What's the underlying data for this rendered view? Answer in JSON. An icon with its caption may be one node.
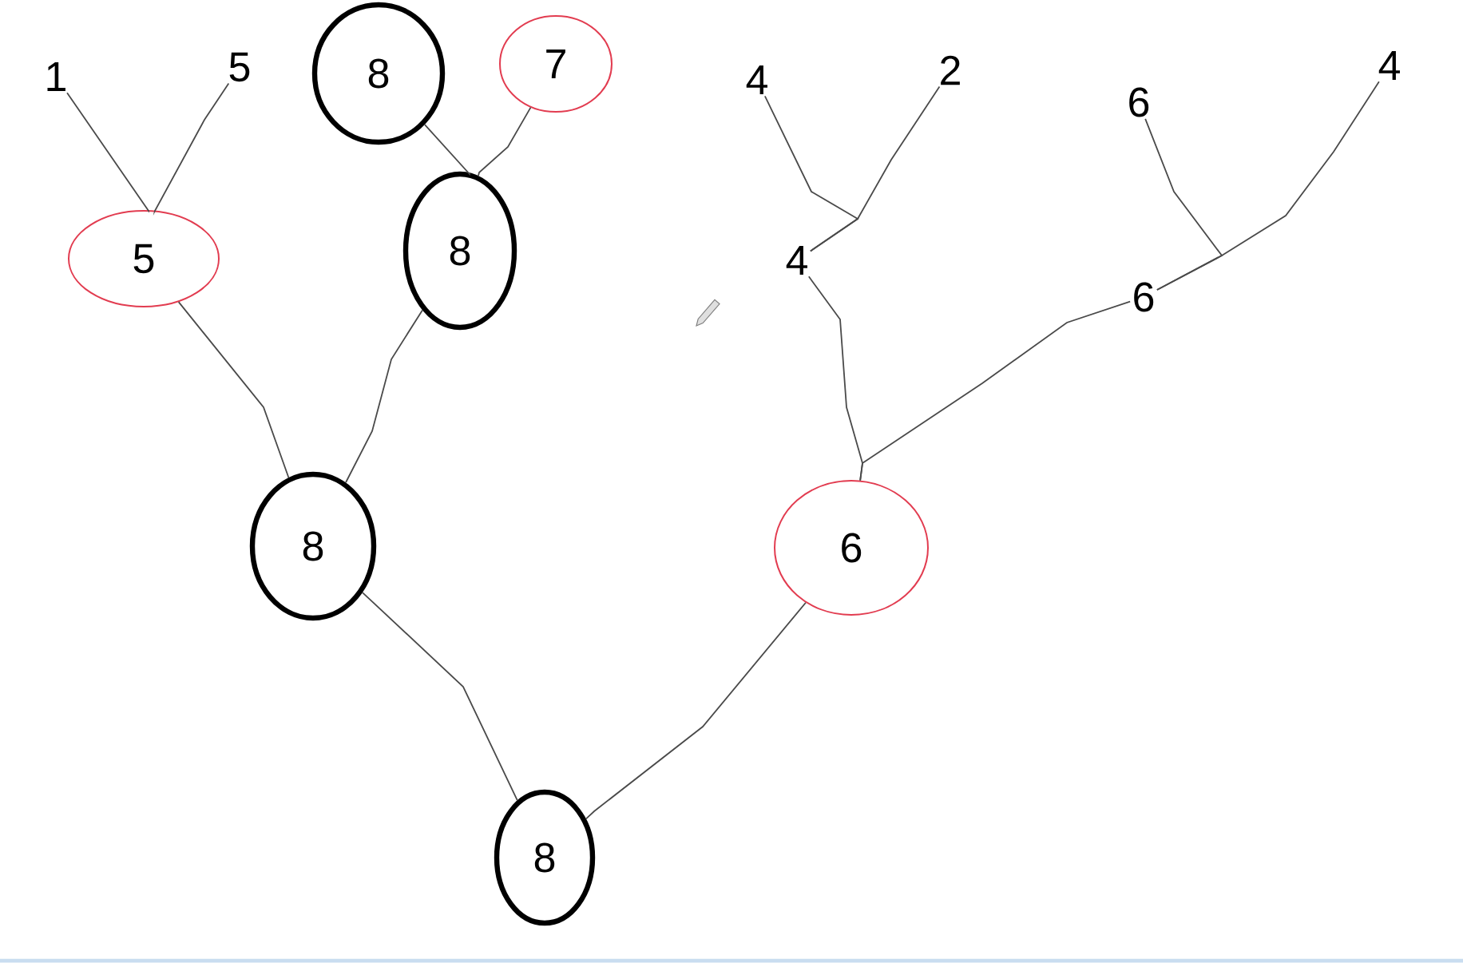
{
  "diagram": {
    "nodes": [
      {
        "text": [
          "1"
        ]
      },
      {
        "text": [
          "5"
        ]
      },
      {
        "text": [
          "8"
        ]
      },
      {
        "text": [
          "7"
        ]
      },
      {
        "text": [
          "4"
        ]
      },
      {
        "text": [
          "2"
        ]
      },
      {
        "text": [
          "6"
        ]
      },
      {
        "text": [
          "4"
        ]
      },
      {
        "text": [
          "5"
        ]
      },
      {
        "text": [
          "8"
        ]
      },
      {
        "text": [
          "4"
        ]
      },
      {
        "text": [
          "6"
        ]
      },
      {
        "text": [
          "8"
        ]
      },
      {
        "text": [
          "6"
        ]
      },
      {
        "text": [
          "8"
        ]
      }
    ],
    "edges": [
      {
        "from": 0,
        "to": 8,
        "arrow": "none"
      },
      {
        "from": 1,
        "to": 8,
        "arrow": "none"
      },
      {
        "from": 2,
        "to": 9,
        "arrow": "none"
      },
      {
        "from": 3,
        "to": 9,
        "arrow": "none"
      },
      {
        "from": 4,
        "to": 10,
        "arrow": "none"
      },
      {
        "from": 5,
        "to": 10,
        "arrow": "none"
      },
      {
        "from": 6,
        "to": 11,
        "arrow": "none"
      },
      {
        "from": 7,
        "to": 11,
        "arrow": "none"
      },
      {
        "from": 10,
        "to": 13,
        "arrow": "none"
      },
      {
        "from": 11,
        "to": 13,
        "arrow": "none"
      },
      {
        "from": 8,
        "to": 12,
        "arrow": "none"
      },
      {
        "from": 9,
        "to": 12,
        "arrow": "none"
      },
      {
        "from": 12,
        "to": 14,
        "arrow": "none"
      },
      {
        "from": 13,
        "to": 14,
        "arrow": "none"
      }
    ]
  }
}
